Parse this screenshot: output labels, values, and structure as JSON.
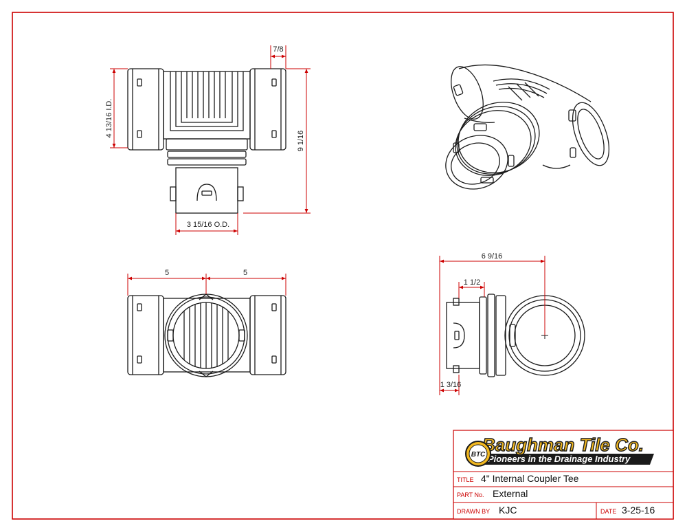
{
  "colors": {
    "border": "#cc0000",
    "dimension_line": "#cc0000",
    "part_line": "#1a1a1a",
    "logo_gold": "#f2b820",
    "logo_dark": "#1a1a1a"
  },
  "views": {
    "front": {
      "dim_inner_diameter": "4 13/16 I.D.",
      "dim_bell_length": "7/8",
      "dim_height": "9 1/16",
      "dim_outer_diameter": "3 15/16  O.D."
    },
    "top": {
      "dim_left": "5",
      "dim_right": "5"
    },
    "side": {
      "dim_overall": "6 9/16",
      "dim_spigot": "1 1/2",
      "dim_lip": "1 3/16"
    }
  },
  "title_block": {
    "company": "Baughman Tile Co.",
    "tagline": "Pioneers in the Drainage Industry",
    "badge": "BTC",
    "title_label": "TITLE",
    "title_value": "4\" Internal Coupler Tee",
    "part_label": "PART No.",
    "part_value": "External",
    "drawn_label": "DRAWN BY",
    "drawn_value": "KJC",
    "date_label": "DATE",
    "date_value": "3-25-16"
  }
}
